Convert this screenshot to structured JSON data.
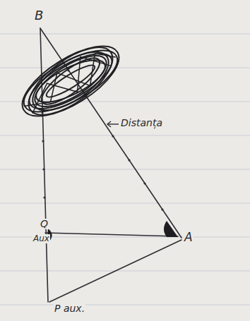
{
  "diagram": {
    "labels": [
      "B",
      "Distanța",
      "Q",
      "Aux",
      "A",
      "P aux."
    ]
  }
}
